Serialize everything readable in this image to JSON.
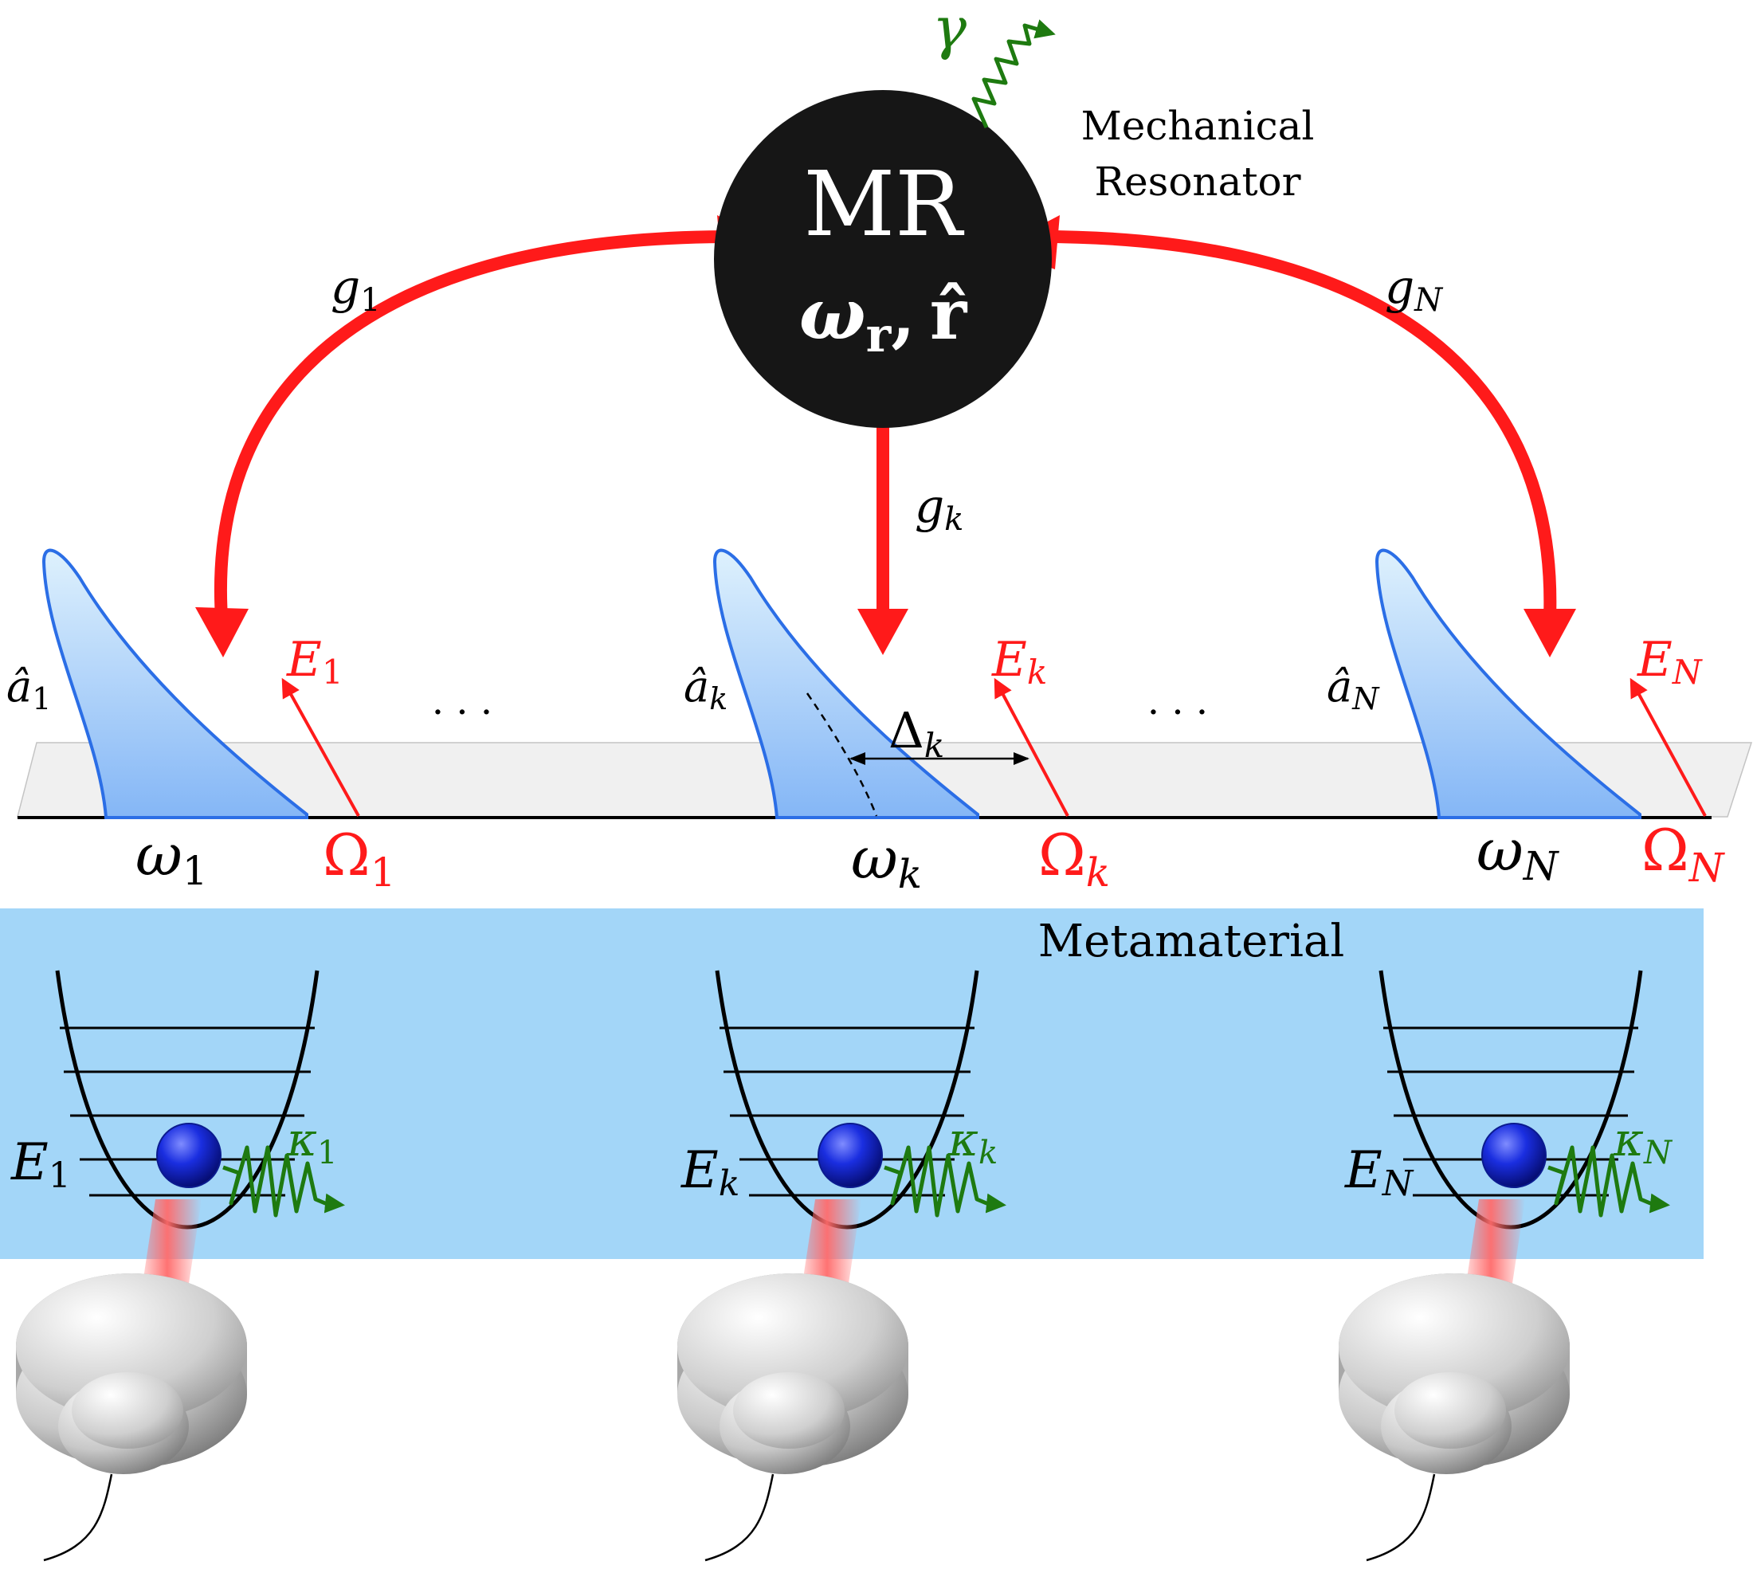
{
  "colors": {
    "accent_red": "#ff1a1a",
    "decay_green": "#1e7a10",
    "metamaterial_blue": "#a3d6f8",
    "resonator_black": "#161616",
    "mode_fill_top": "#def1fd",
    "mode_fill_bottom": "#84b6f6",
    "mode_outline": "#2b6ee6",
    "ion_blue": "#1020d0",
    "beam_red": "#ff6b6b"
  },
  "resonator": {
    "title": "MR",
    "freq_symbol": "ω",
    "freq_sub": "r",
    "separator": ",",
    "op_symbol": "r̂",
    "caption_line1": "Mechanical",
    "caption_line2": "Resonator",
    "decay_symbol": "γ"
  },
  "couplings": {
    "left": {
      "sym": "g",
      "sub": "1"
    },
    "middle": {
      "sym": "g",
      "sub": "k"
    },
    "right": {
      "sym": "g",
      "sub": "N"
    }
  },
  "modes": [
    {
      "op_sym": "â",
      "idx": "1",
      "w_sym": "ω",
      "drive_sym": "E",
      "drive_freq_sym": "Ω"
    },
    {
      "op_sym": "â",
      "idx": "k",
      "w_sym": "ω",
      "drive_sym": "E",
      "drive_freq_sym": "Ω"
    },
    {
      "op_sym": "â",
      "idx": "N",
      "w_sym": "ω",
      "drive_sym": "E",
      "drive_freq_sym": "Ω"
    }
  ],
  "detuning": {
    "sym": "Δ",
    "sub": "k"
  },
  "ellipsis": "· · ·",
  "metamaterial": {
    "label": "Metamaterial",
    "wells": [
      {
        "energy_sym": "E",
        "idx": "1",
        "decay_sym": "κ"
      },
      {
        "energy_sym": "E",
        "idx": "k",
        "decay_sym": "κ"
      },
      {
        "energy_sym": "E",
        "idx": "N",
        "decay_sym": "κ"
      }
    ]
  },
  "icons": {
    "laser": "laser-source-icon",
    "ion": "ion-sphere-icon",
    "decay": "wavy-decay-arrow-icon"
  }
}
